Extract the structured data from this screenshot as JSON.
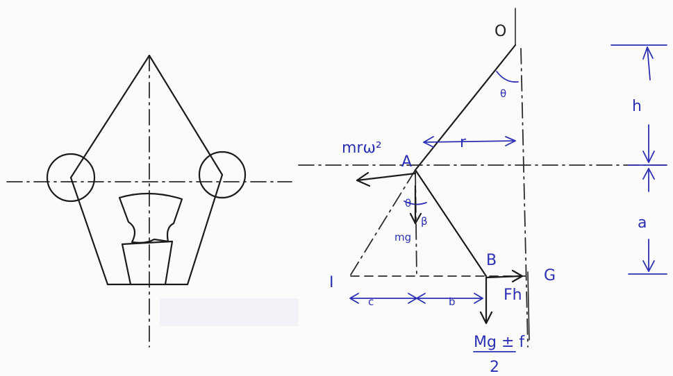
{
  "labels": {
    "point_o": "O",
    "point_a": "A",
    "point_b": "B",
    "point_g": "G",
    "point_i": "I",
    "theta_top": "θ",
    "theta_a": "θ",
    "beta_a": "β",
    "centrifugal_force": "mrω²",
    "radius": "r",
    "height": "h",
    "length_a": "a",
    "weight_mg": "mg",
    "force_fh": "Fh",
    "dim_c": "c",
    "dim_b": "b",
    "load_numerator": "Mg ± f",
    "load_denominator": "2"
  },
  "colors": {
    "ink": "#1b1b1b",
    "annotation_blue": "#2b2fb5"
  }
}
